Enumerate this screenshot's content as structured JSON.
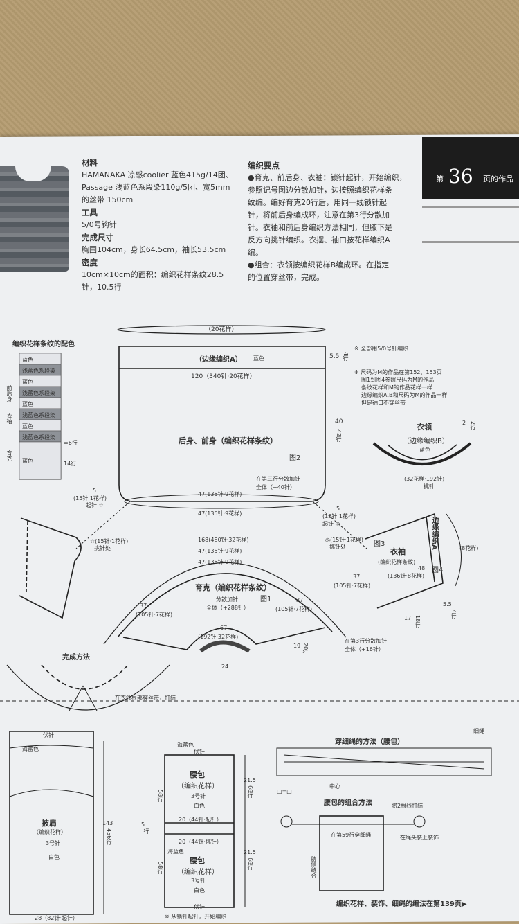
{
  "header": {
    "badge": {
      "prefix": "第",
      "number": "36",
      "suffix": "页的作品"
    }
  },
  "materials": {
    "title": "材料",
    "lines": [
      "HAMANAKA 凉感coolier 蓝色415g/14团、",
      "Passage 浅蓝色系段染110g/5团、宽5mm",
      "的丝带 150cm"
    ]
  },
  "tools": {
    "title": "工具",
    "text": "5/0号钩针"
  },
  "size": {
    "title": "完成尺寸",
    "text": "胸围104cm，身长64.5cm，袖长53.5cm"
  },
  "gauge": {
    "title": "密度",
    "lines": [
      "10cm×10cm的面积：编织花样条纹28.5",
      "针，10.5行"
    ]
  },
  "points": {
    "title": "编织要点",
    "lines": [
      "●育克、前后身、衣袖：锁针起针，开始编织，",
      "参照记号图边分散加针，边按照编织花样条",
      "纹编。编好育克20行后，用同一线锁针起",
      "针，将前后身编成环，注意在第3行分散加",
      "针。衣袖和前后身编织方法相同，但腋下是",
      "反方向挑针编织。衣摆、袖口按花样编织A",
      "编。",
      "●组合：衣领按编织花样B编成环。在指定",
      "的位置穿丝带，完成。"
    ]
  },
  "notes": [
    "※ 全部用5/0号针编织",
    "※ 尺码为M的作品在第152、153页",
    "图1到图4参照尺码为M的作品",
    "条纹花样和M的作品花样一样",
    "边缘编织A,B和尺码为M的作品一样",
    "但是袖口不穿丝带"
  ],
  "stripe": {
    "title": "编织花样条纹的配色",
    "rows": [
      {
        "label": "蓝色",
        "shade": "light"
      },
      {
        "label": "浅蓝色系段染",
        "shade": "dark"
      },
      {
        "label": "蓝色",
        "shade": "light"
      },
      {
        "label": "浅蓝色系段染",
        "shade": "dark"
      },
      {
        "label": "蓝色",
        "shade": "light"
      },
      {
        "label": "浅蓝色系段染",
        "shade": "dark"
      },
      {
        "label": "蓝色",
        "shade": "light"
      },
      {
        "label": "浅蓝色系段染",
        "shade": "dark"
      },
      {
        "label": "蓝色",
        "shade": "light"
      }
    ],
    "side": [
      "前后身",
      "衣袖",
      "育克"
    ],
    "count1": "=6行",
    "count2": "14行"
  },
  "body": {
    "top": "（20花样）",
    "edge": "（边缘编织A）",
    "edge_color": "蓝色",
    "width": "120（340针·20花样）",
    "title": "后身、前身（编织花样条纹）",
    "fig": "图2",
    "r55": "5.5",
    "r4": "4行",
    "r40": "40",
    "r42": "42行",
    "inc1": "在第三行分散加针",
    "inc2": "全体（+40针）",
    "b1": "47(135针·9花样)",
    "b2": "47(135针·9花样)",
    "l5": "5",
    "l15": "(15针·1花样)",
    "l_start": "起针 ☆",
    "r5": "5",
    "r15": "(15针·1花样)",
    "r_start": "起针 ◎"
  },
  "collar": {
    "title": "衣领",
    "sub": "（边缘编织B）",
    "color": "蓝色",
    "count": "(32花样·192针)",
    "pick": "挑针",
    "r2": "2",
    "r2b": "2行"
  },
  "yoke": {
    "c1": "168(480针·32花样)",
    "c2": "47(135针·9花样)",
    "c3": "47(135针·9花样)",
    "title": "育克（编织花样条纹）",
    "fig": "图1",
    "inc1": "分散加针",
    "inc2": "全体（+288针）",
    "l37": "37",
    "l105": "(105针·7花样)",
    "r37": "37",
    "r105": "(105针·7花样)",
    "bot": "(192针·32花样)",
    "b67": "67",
    "w24": "24",
    "r19": "19",
    "r20": "20行"
  },
  "sleeve": {
    "title": "衣袖",
    "sub": "(编织花样条纹)",
    "count": "(136针·8花样)",
    "fig3": "图3",
    "fig4": "图4",
    "edge": "边缘编织A",
    "r48": "48",
    "l_pick": "☆(15针·1花样)",
    "l_pick2": "挑针处",
    "r_pick": "◎(15针·1花样)",
    "r_pick2": "挑针处",
    "s37": "37",
    "s105": "(105针·7花样)",
    "r8": "(8花样)",
    "r17": "17",
    "r18": "18行",
    "r55": "5.5",
    "r4": "4行",
    "inc1": "在第3行分散加针",
    "inc2": "全体（+16针）"
  },
  "finish": {
    "title": "完成方法",
    "note": "在衣领根部穿丝带，打结"
  },
  "shawl": {
    "start": "伏针",
    "color": "海蓝色",
    "title": "披肩",
    "sub": "（编织花样）",
    "needle": "3号针",
    "yarn": "白色",
    "h143": "143",
    "h456": "456行",
    "w28": "28（82针·起针）"
  },
  "bag": {
    "start": "伏针",
    "color": "海蓝色",
    "title": "腰包",
    "sub": "（编织花样）",
    "needle": "3号针",
    "yarn": "白色",
    "w20": "20（44针·起针）",
    "w20b": "20（44针·挑针）",
    "h215": "21.5",
    "h68": "68行",
    "h215b": "21.5",
    "h68b": "68行",
    "h5": "5",
    "h5b": "行",
    "h58": "58行",
    "h58b": "58行",
    "bottom": "伏针",
    "bcolor": "海蓝色",
    "title2": "腰包",
    "sub2": "（编织花样）",
    "needle2": "3号针",
    "yarn2": "白色",
    "startnote": "※ 从锁针起针，开始编织"
  },
  "cord": {
    "title": "穿细绳的方法（腰包）",
    "label": "细绳",
    "center": "中心",
    "legend": "□=□"
  },
  "assembly": {
    "title": "腰包的组合方法",
    "knot": "将2根线打结",
    "left": "在第59行穿细绳",
    "right": "在绳头装上装饰",
    "side": "胁侧缝合"
  },
  "footer": "编织花样、装饰、细绳的编法在第139页▶"
}
